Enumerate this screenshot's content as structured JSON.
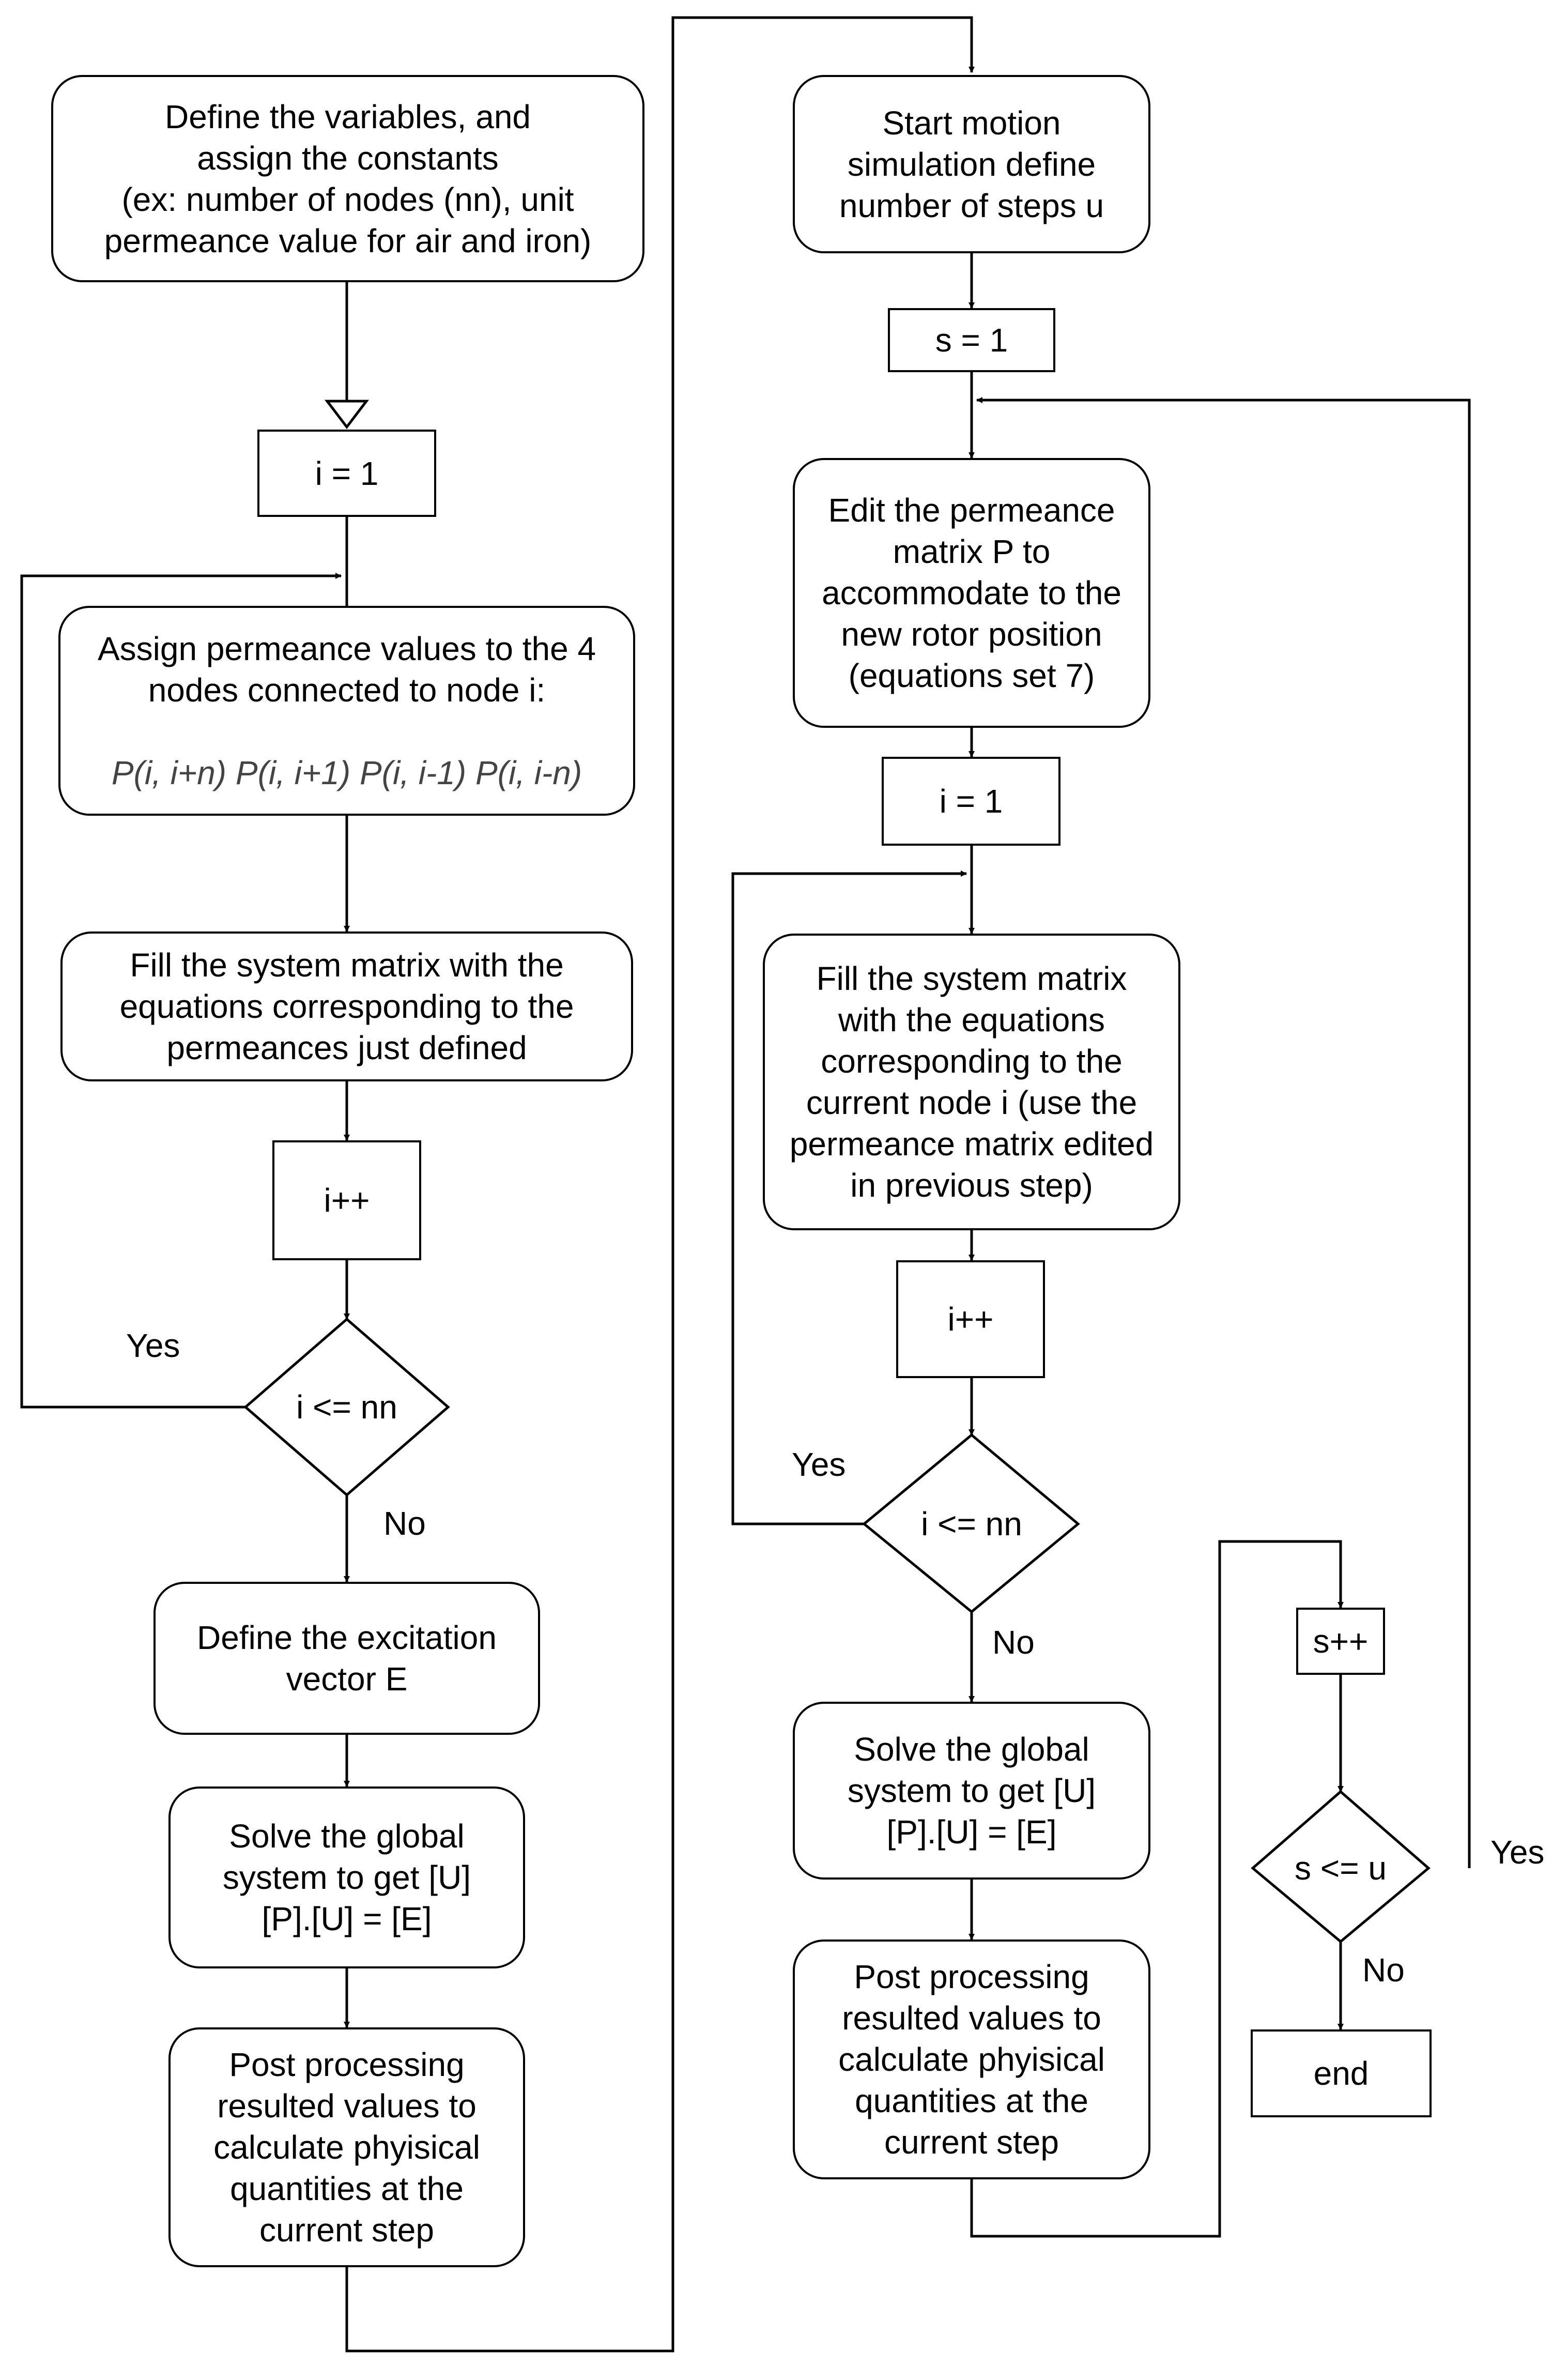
{
  "flowchart": {
    "col1": {
      "define_vars": [
        "Define the variables, and",
        "assign the constants",
        "(ex: number of nodes (nn), unit",
        "permeance value for air and iron)"
      ],
      "init_i": "i = 1",
      "assign_perm": [
        "Assign permeance values to the 4",
        "nodes connected to node i:",
        "P(i, i+n) P(i, i+1) P(i, i-1) P(i, i-n)"
      ],
      "fill_matrix": [
        "Fill the system matrix with the",
        "equations corresponding to the",
        "permeances just defined"
      ],
      "incr_i": "i++",
      "cond_i": "i <= nn",
      "yes": "Yes",
      "no": "No",
      "excitation": [
        "Define the excitation",
        "vector E"
      ],
      "solve": [
        "Solve the global",
        "system to get [U]",
        "[P].[U] = [E]"
      ],
      "post": [
        "Post processing",
        "resulted values to",
        "calculate phyisical",
        "quantities at the",
        "current step"
      ]
    },
    "col2": {
      "start_motion": [
        "Start motion",
        "simulation define",
        "number of steps u"
      ],
      "init_s": "s = 1",
      "edit_perm": [
        "Edit the permeance",
        "matrix P to",
        "accommodate to the",
        "new rotor position",
        "(equations set 7)"
      ],
      "init_i": "i = 1",
      "fill_matrix": [
        "Fill the system matrix",
        "with the equations",
        "corresponding to the",
        "current node i (use the",
        "permeance matrix edited",
        "in previous step)"
      ],
      "incr_i": "i++",
      "cond_i": "i <= nn",
      "yes": "Yes",
      "no": "No",
      "solve": [
        "Solve the global",
        "system to get [U]",
        "[P].[U] = [E]"
      ],
      "post": [
        "Post processing",
        "resulted values to",
        "calculate phyisical",
        "quantities at the",
        "current step"
      ]
    },
    "col3": {
      "incr_s": "s++",
      "cond_s": "s <= u",
      "yes": "Yes",
      "no": "No",
      "end": "end"
    }
  }
}
